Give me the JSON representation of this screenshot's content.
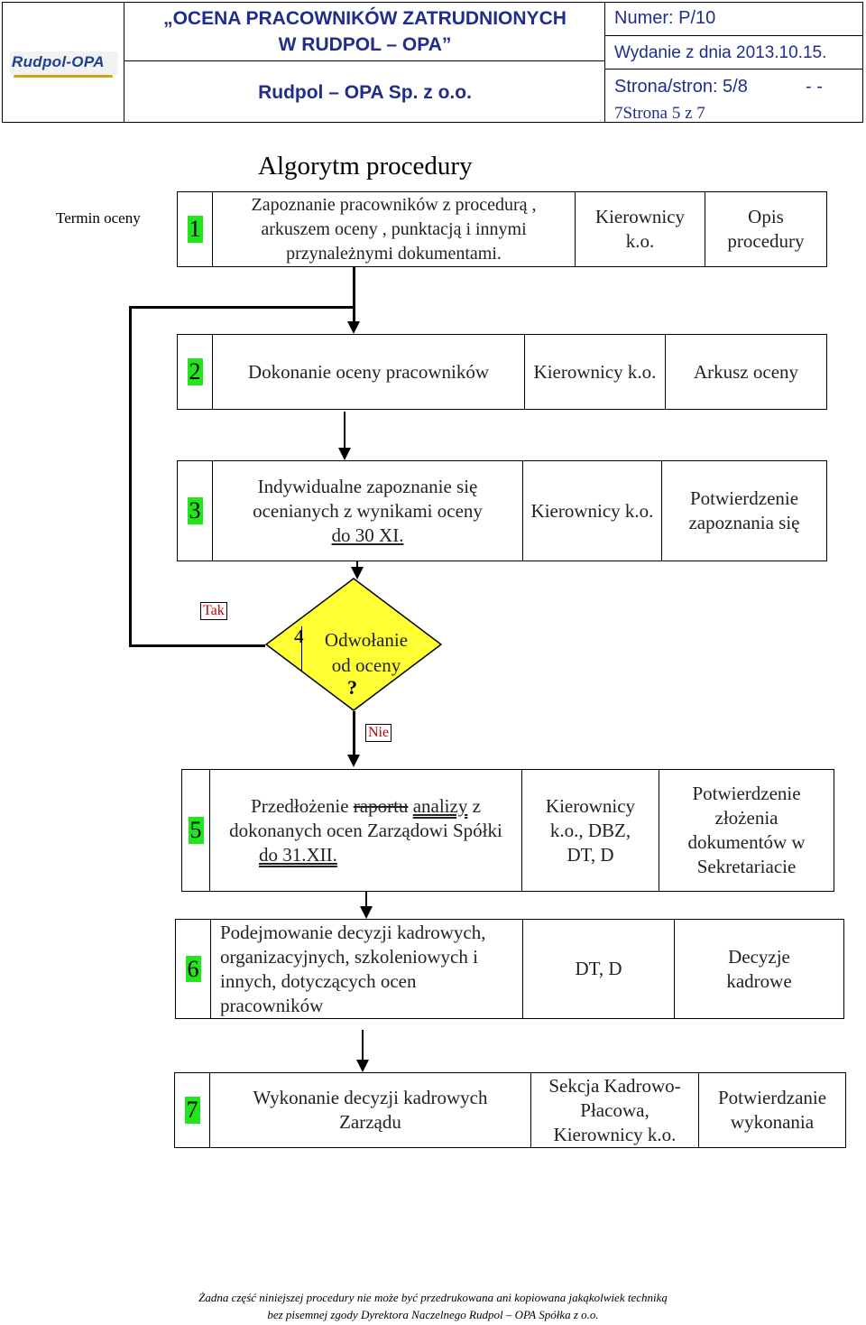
{
  "header": {
    "logo_text": "Rudpol-OPA",
    "title_line1": "„OCENA PRACOWNIKÓW ZATRUDNIONYCH",
    "title_line2": "W RUDPOL – OPA”",
    "company": "Rudpol – OPA Sp. z o.o.",
    "number": "Numer: P/10",
    "edition": "Wydanie z dnia 2013.10.15.",
    "page": "Strona/stron: 5/8",
    "page_dashes": "- -",
    "page_extra": "7Strona 5 z 7"
  },
  "algorithm_title": "Algorytm procedury",
  "side_label": "Termin oceny",
  "steps": [
    {
      "num": "1",
      "text": "Zapoznanie pracowników z procedurą , arkuszem oceny , punktacją i innymi przynależnymi dokumentami.",
      "who": "Kierownicy k.o.",
      "doc": "Opis procedury"
    },
    {
      "num": "2",
      "text": "Dokonanie oceny pracowników",
      "who": "Kierownicy k.o.",
      "doc": "Arkusz oceny"
    },
    {
      "num": "3",
      "text": "Indywidualne zapoznanie się ocenianych z wynikami oceny",
      "text2": "do 30 XI.",
      "who": "Kierownicy k.o.",
      "doc": "Potwierdzenie zapoznania się"
    },
    {
      "num": "5",
      "text_a": "Przedłożenie ",
      "text_strike": "raportu",
      "text_b": " ",
      "text_under": "analizy",
      "text_c": " z dokonanych ocen Zarządowi Spółki",
      "text2": "do 31.XII.",
      "who": "Kierownicy k.o., DBZ, DT, D",
      "doc": "Potwierdzenie złożenia dokumentów w Sekretariacie"
    },
    {
      "num": "6",
      "text": "Podejmowanie decyzji kadrowych, organizacyjnych, szkoleniowych i innych, dotyczących ocen pracowników",
      "who": "DT, D",
      "doc": "Decyzje kadrowe"
    },
    {
      "num": "7",
      "text": "Wykonanie decyzji kadrowych Zarządu",
      "who": "Sekcja Kadrowo-Płacowa, Kierownicy k.o.",
      "doc": "Potwierdzanie wykonania"
    }
  ],
  "decision": {
    "num": "4",
    "text": "Odwołanie od oceny",
    "q": "?",
    "yes": "Tak",
    "no": "Nie"
  },
  "colors": {
    "step_num_bg": "#22e61c",
    "decision_fill": "#ffff33",
    "label_red": "#c00000"
  },
  "footer": {
    "line1": "Żadna część niniejszej procedury nie może być przedrukowana ani kopiowana jakąkolwiek techniką",
    "line2": "bez pisemnej zgody Dyrektora Naczelnego Rudpol – OPA Spółka z o.o."
  }
}
